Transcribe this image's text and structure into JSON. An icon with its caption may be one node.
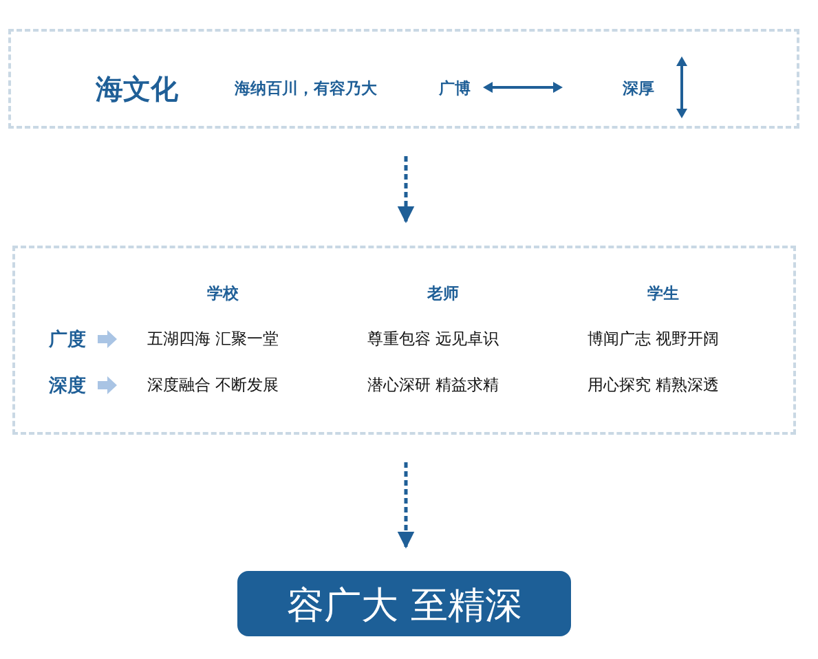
{
  "diagram": {
    "nodes": [
      {
        "text": [
          "海文化",
          "海纳百川，有容乃大",
          "广博",
          "深厚"
        ]
      },
      {
        "text": [
          "学校",
          "老师",
          "学生",
          "广度",
          "五湖四海 汇聚一堂",
          "尊重包容 远见卓识",
          "博闻广志 视野开阔",
          "深度",
          "深度融合 不断发展",
          "潜心深研 精益求精",
          "用心探究 精熟深透"
        ]
      },
      {
        "text": [
          "容广大 至精深"
        ]
      }
    ],
    "edges": [
      {
        "from": 0,
        "to": 1,
        "arrow": "to",
        "style": "dashed"
      },
      {
        "from": 1,
        "to": 2,
        "arrow": "to",
        "style": "dashed"
      }
    ]
  }
}
